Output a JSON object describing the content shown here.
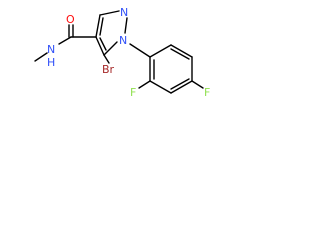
{
  "molecule": {
    "atoms": [
      {
        "id": "o1",
        "symbol": "O",
        "color": "#ff0d0d"
      },
      {
        "id": "n_amide",
        "symbol": "N",
        "color": "#3050f8"
      },
      {
        "id": "h_amide",
        "symbol": "H",
        "color": "#3050f8"
      },
      {
        "id": "n_ring1",
        "symbol": "N",
        "color": "#3050f8"
      },
      {
        "id": "n_ring2",
        "symbol": "N",
        "color": "#3050f8"
      },
      {
        "id": "br",
        "symbol": "Br",
        "color": "#a62929"
      },
      {
        "id": "f_ortho",
        "symbol": "F",
        "color": "#90e050"
      },
      {
        "id": "f_para",
        "symbol": "F",
        "color": "#90e050"
      }
    ]
  }
}
